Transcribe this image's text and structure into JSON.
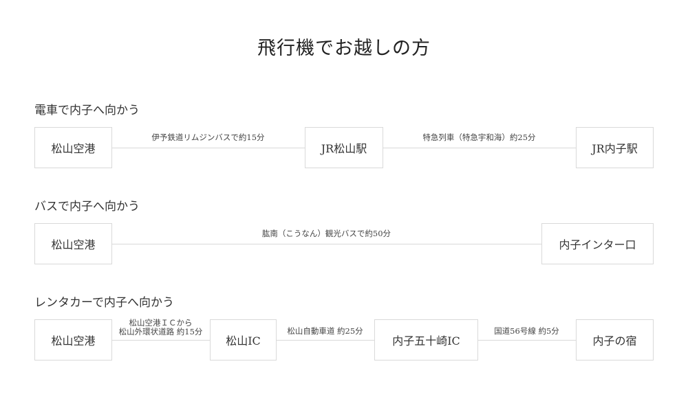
{
  "title": "飛行機でお越しの方",
  "routes": [
    {
      "heading": "電車で内子へ向かう",
      "stops": [
        "松山空港",
        "JR松山駅",
        "JR内子駅"
      ],
      "legs": [
        "伊予鉄道リムジンバスで約15分",
        "特急列車（特急宇和海）約25分"
      ]
    },
    {
      "heading": "バスで内子へ向かう",
      "stops": [
        "松山空港",
        "内子インター口"
      ],
      "legs": [
        "肱南（こうなん）観光バスで約50分"
      ]
    },
    {
      "heading": "レンタカーで内子へ向かう",
      "stops": [
        "松山空港",
        "松山IC",
        "内子五十崎IC",
        "内子の宿"
      ],
      "legs": [
        [
          "松山空港ＩＣから",
          "松山外環状道路 約15分"
        ],
        "松山自動車道 約25分",
        "国道56号線 約5分"
      ]
    }
  ]
}
